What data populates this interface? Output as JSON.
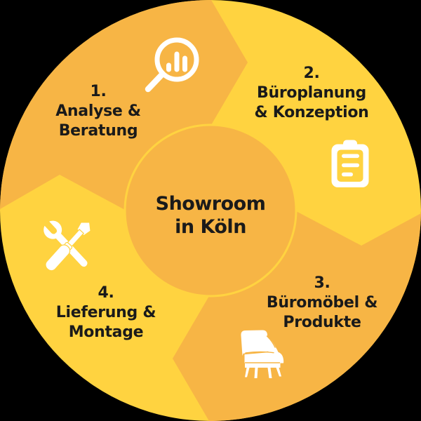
{
  "colors": {
    "amber": "#F7B545",
    "yellow": "#FFD340",
    "text": "#1A1A1A",
    "white": "#FFFFFF",
    "background": "#000000"
  },
  "center": {
    "line1": "Showroom",
    "line2": "in Köln"
  },
  "steps": [
    {
      "number": "1.",
      "line1": "Analyse &",
      "line2": "Beratung",
      "icon": "magnifier-bar-chart"
    },
    {
      "number": "2.",
      "line1": "Büroplanung",
      "line2": "& Konzeption",
      "icon": "clipboard-checklist"
    },
    {
      "number": "3.",
      "line1": "Büromöbel &",
      "line2": "Produkte",
      "icon": "armchair"
    },
    {
      "number": "4.",
      "line1": "Lieferung &",
      "line2": "Montage",
      "icon": "wrench-screwdriver"
    }
  ]
}
